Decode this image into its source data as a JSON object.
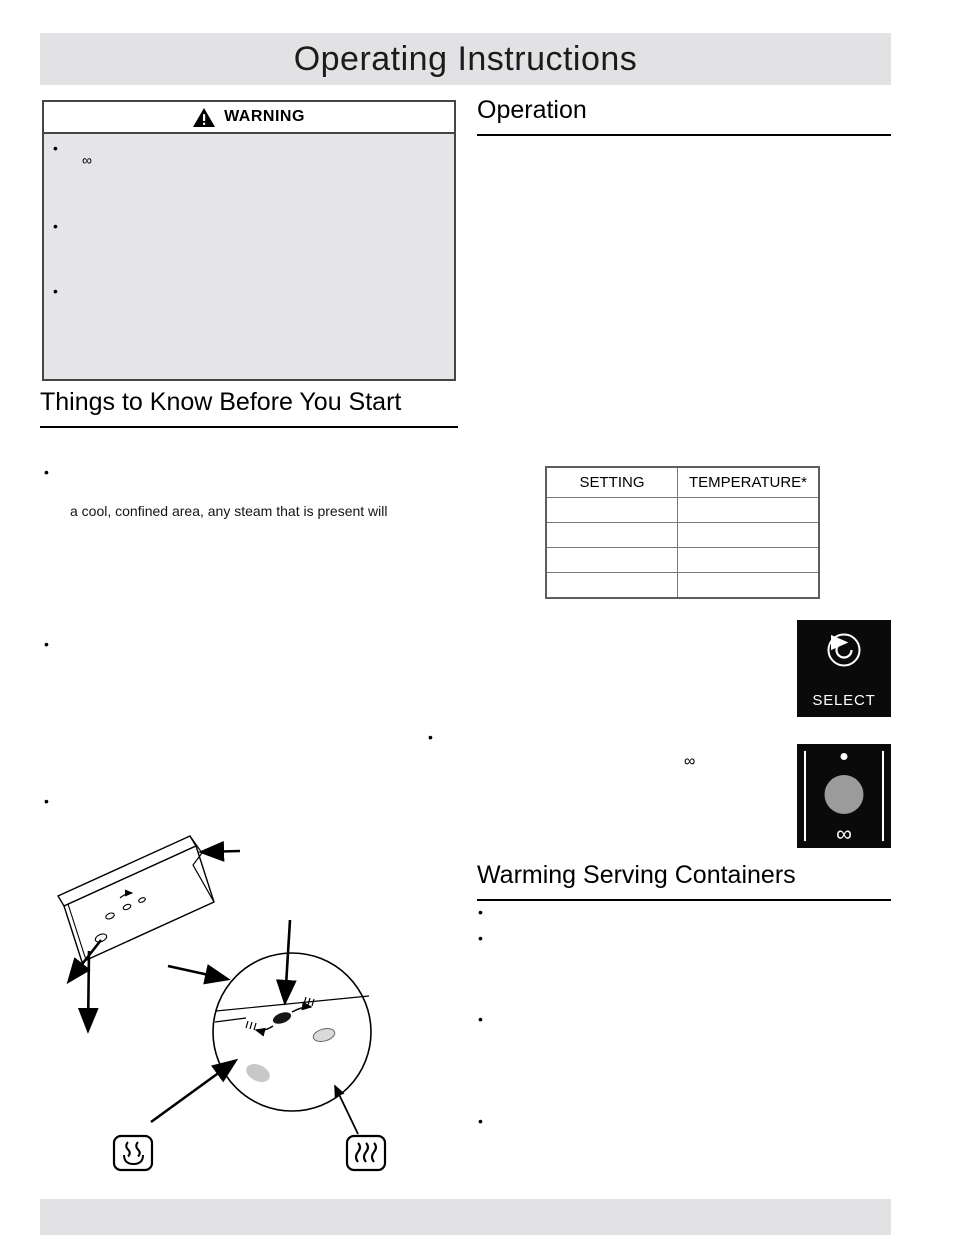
{
  "page": {
    "banner_title": "Operating Instructions",
    "bullet_char": "•",
    "colors": {
      "banner_bg": "#e2e2e4",
      "warning_body_bg": "#e5e5e7",
      "panel_black": "#0a0a0a",
      "knob_gray": "#9b9b9b"
    }
  },
  "icons": {
    "warning": "warning-triangle-icon",
    "select_cycle": "cycle-arrow-icon",
    "dish_warming": "dish-warming-icon",
    "steam": "steam-icon"
  },
  "warning": {
    "label": "WARNING",
    "infinity": "∞"
  },
  "left_column": {
    "heading": "Things to Know Before You Start",
    "visible_text": "a cool, confined area, any steam that is present will"
  },
  "right_column": {
    "operation_heading": "Operation",
    "table": {
      "headers": [
        "SETTING",
        "TEMPERATURE*"
      ],
      "empty_rows": 4
    },
    "select_button": {
      "label": "SELECT"
    },
    "inline_infinity": "∞",
    "knob_image": {
      "infinity": "∞"
    },
    "warming_heading": "Warming Serving Containers"
  }
}
